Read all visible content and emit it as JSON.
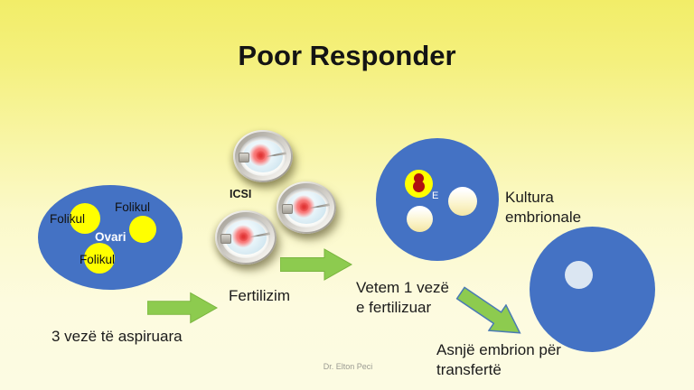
{
  "slide": {
    "title": "Poor Responder",
    "credit": "Dr. Elton Peci"
  },
  "ovary": {
    "label": "Ovari",
    "follicle_labels": [
      "Folikul",
      "Folikul",
      "Folikul"
    ],
    "caption": "3 vezë të aspiruara"
  },
  "icsi": {
    "label": "ICSI",
    "caption": "Fertilizim"
  },
  "culture": {
    "label": "Kultura\nembrionale",
    "embryo_label": "E",
    "caption": "Vetem 1 vezë\ne fertilizuar"
  },
  "transfer": {
    "caption": "Asnjë embrion për\ntransfertë"
  },
  "colors": {
    "background_top": "#F2ED68",
    "background_bottom": "#FCFBE2",
    "organ_blue": "#4472C4",
    "follicle_yellow": "#FFFF00",
    "arrow_green": "#8DCB4F",
    "arrow_green_dark": "#79B43E",
    "arrow_outline_blue": "#4A7AB5",
    "embryo_red": "#B01010",
    "egg_pink": "#F87F7F",
    "pale_cell_blue": "#DBE6F2"
  }
}
